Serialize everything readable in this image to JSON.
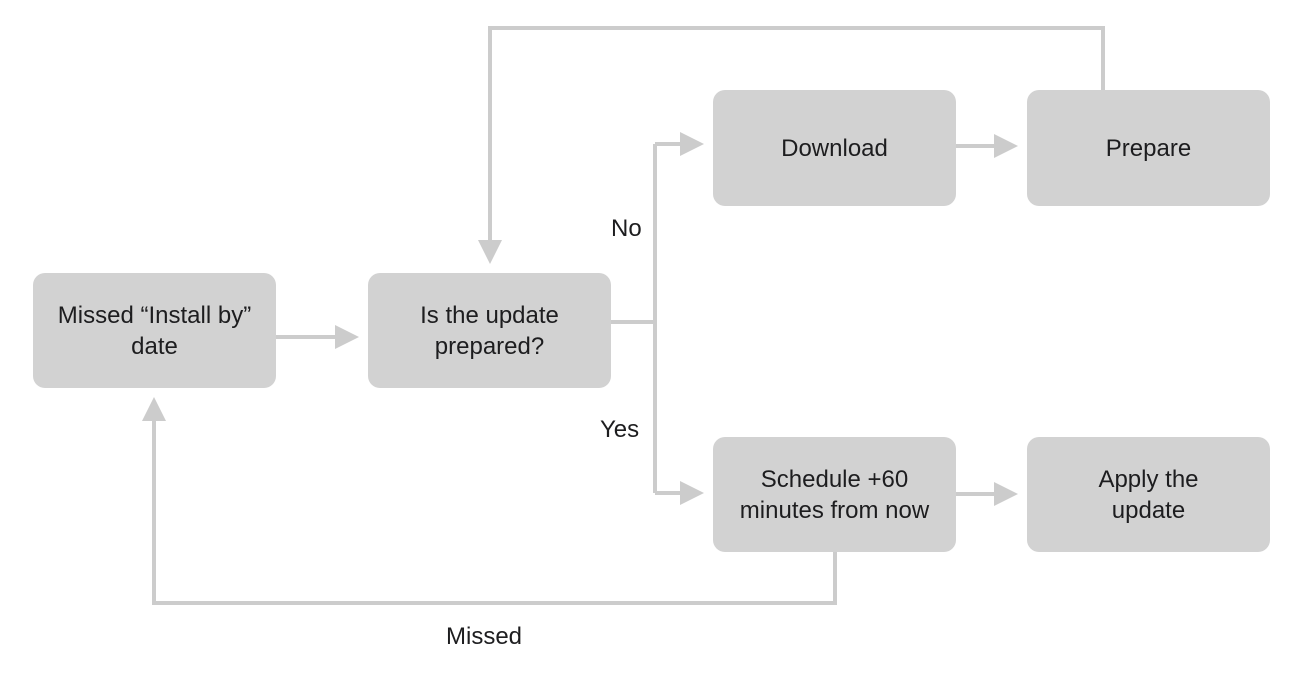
{
  "colors": {
    "node_fill": "#d2d2d2",
    "connector": "#cccccc",
    "text": "#1d1d1f",
    "background": "#ffffff"
  },
  "nodes": {
    "missed_install_by": [
      "Missed “Install by”",
      "date"
    ],
    "is_update_prepared": [
      "Is the update",
      "prepared?"
    ],
    "download": [
      "Download"
    ],
    "prepare": [
      "Prepare"
    ],
    "schedule": [
      "Schedule +60",
      "minutes from now"
    ],
    "apply": [
      "Apply the",
      "update"
    ]
  },
  "edge_labels": {
    "no": "No",
    "yes": "Yes",
    "missed": "Missed"
  }
}
